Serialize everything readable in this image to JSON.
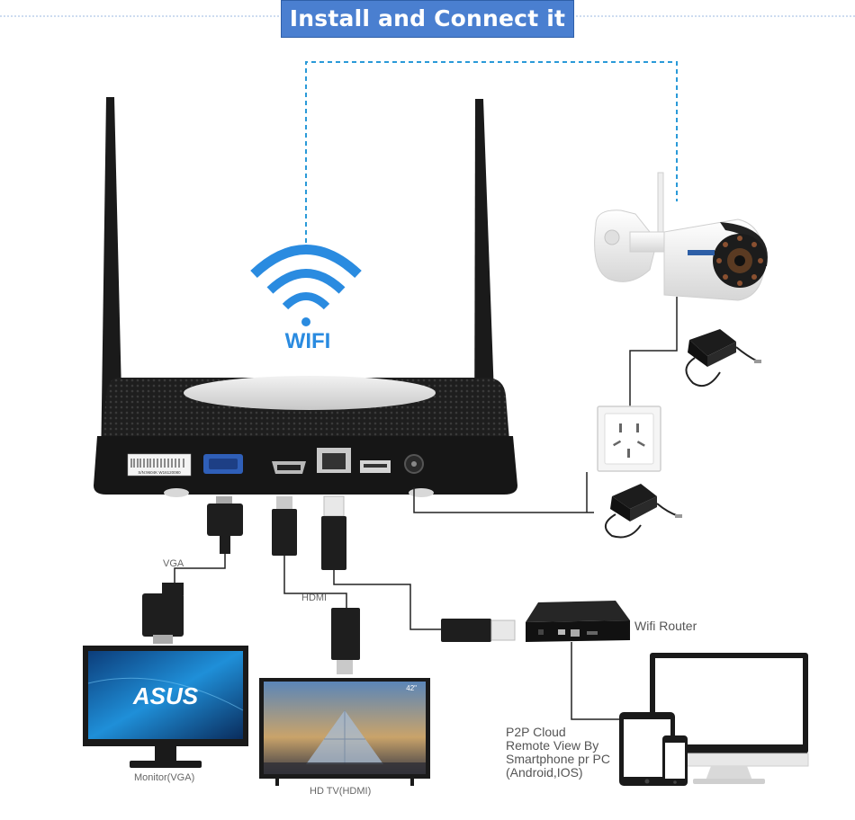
{
  "title": "Install and Connect it",
  "wifi_label": "WIFI",
  "labels": {
    "vga": "VGA",
    "hdmi": "HDMI",
    "router": "Wifi Router",
    "monitor": "Monitor(VGA)",
    "tv": "HD TV(HDMI)",
    "tv_size": "42\"",
    "monitor_brand": "ASUS",
    "serial": "S/N:9604K W16120080"
  },
  "p2p_lines": [
    "P2P Cloud",
    "Remote View By",
    "Smartphone pr PC",
    "(Android,IOS)"
  ],
  "colors": {
    "title_bg": "#4a7fd0",
    "wifi_blue": "#2a8be0",
    "dashed_line": "#2a9ad8",
    "device_black": "#1c1c1c"
  }
}
